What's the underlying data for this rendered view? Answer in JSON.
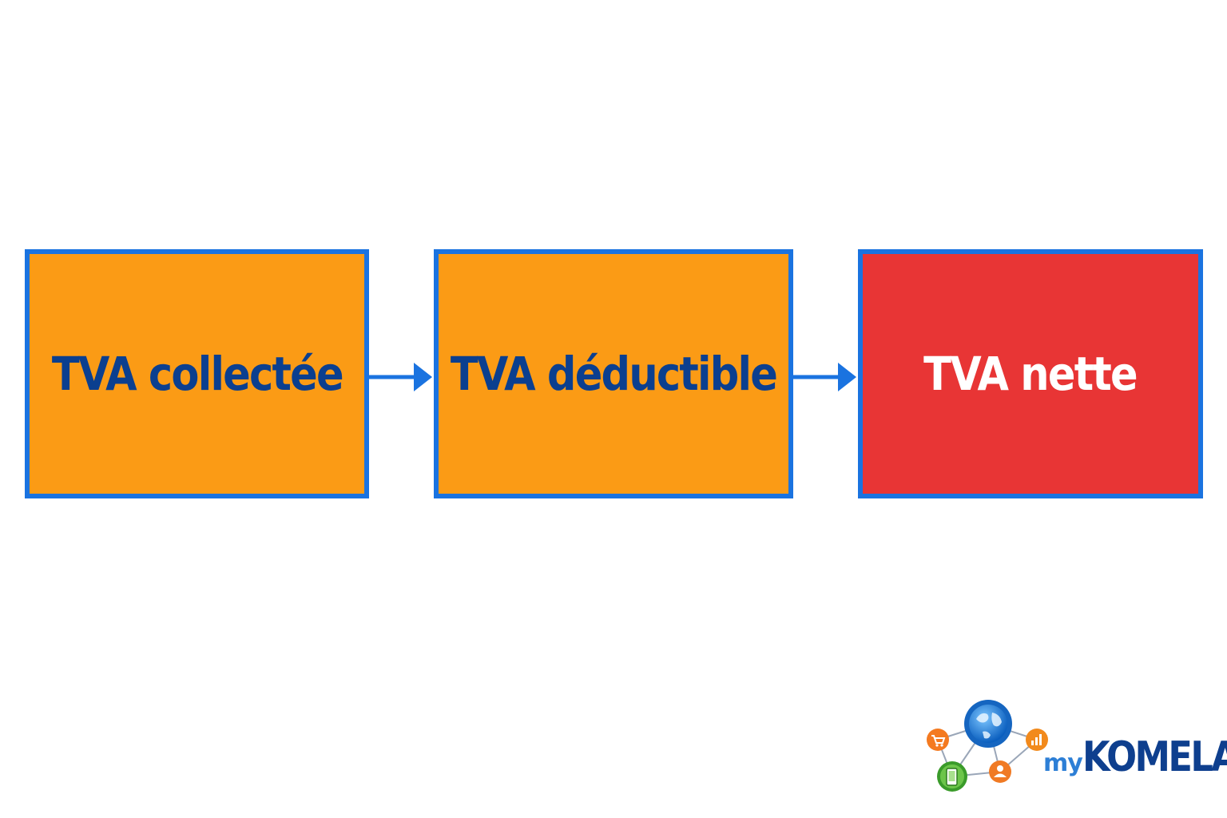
{
  "steps": [
    {
      "label": "TVA collectée",
      "fill": "#fb9b15",
      "text_color": "#0b3f8f"
    },
    {
      "label": "TVA déductible",
      "fill": "#fb9b15",
      "text_color": "#0b3f8f"
    },
    {
      "label": "TVA nette",
      "fill": "#e83535",
      "text_color": "#ffffff"
    }
  ],
  "border_color": "#1a73e0",
  "arrow_color": "#1a73e0",
  "logo": {
    "prefix": "my",
    "name": "KOMELA",
    "icons": [
      "globe-icon",
      "cart-icon",
      "chart-icon",
      "phone-icon",
      "user-icon"
    ]
  }
}
